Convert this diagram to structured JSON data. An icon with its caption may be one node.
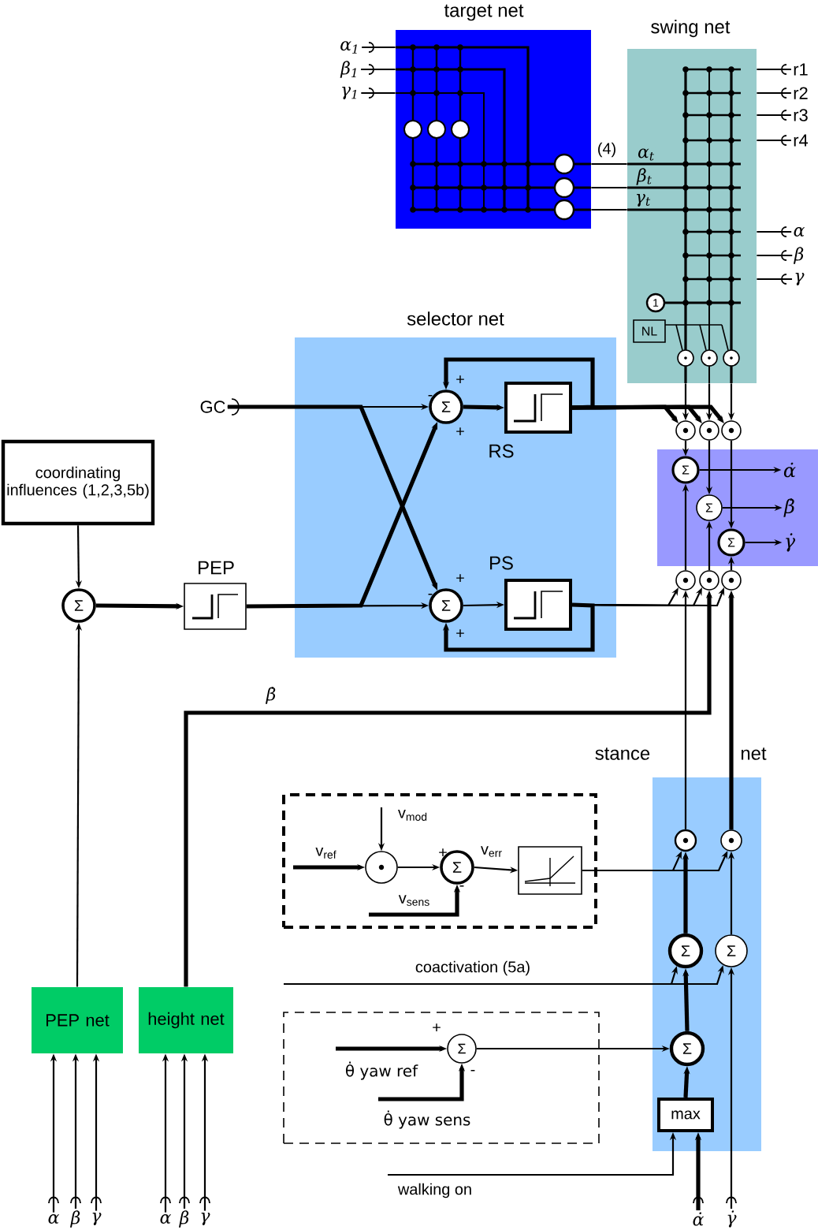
{
  "diagram": {
    "nodes": [
      {
        "text": [
          "target net"
        ]
      },
      {
        "text": [
          "swing net"
        ]
      },
      {
        "text": [
          "NL"
        ],
        "in": 1
      },
      {
        "text": [
          "1"
        ],
        "in": 1
      },
      {
        "text": [
          "selector net"
        ]
      },
      {
        "text": [
          "GC"
        ]
      },
      {
        "text": [
          "Σ"
        ],
        "in": 4
      },
      {
        "text": [
          "RS"
        ],
        "in": 4
      },
      {
        "text": [
          "Σ"
        ],
        "in": 4
      },
      {
        "text": [
          "PS"
        ],
        "in": 4
      },
      {
        "text": [
          "coordinating influences (1,2,3,5b)"
        ]
      },
      {
        "text": [
          "Σ"
        ]
      },
      {
        "text": [
          "PEP"
        ]
      },
      {
        "text": [],
        "shape": "box"
      },
      {
        "text": [
          "Σ"
        ],
        "in": 13
      },
      {
        "text": [
          "Σ"
        ],
        "in": 13
      },
      {
        "text": [
          "Σ"
        ],
        "in": 13
      },
      {
        "text": [
          "α̇"
        ],
        "in": 13
      },
      {
        "text": [
          "β̇"
        ],
        "in": 13
      },
      {
        "text": [
          "γ̇"
        ],
        "in": 13
      },
      {
        "text": [
          "stance",
          "net"
        ]
      },
      {
        "text": [],
        "shape": "circle",
        "in": 20
      },
      {
        "text": [],
        "shape": "circle",
        "in": 20
      },
      {
        "text": [
          "Σ"
        ],
        "in": 20
      },
      {
        "text": [
          "Σ"
        ],
        "in": 20
      },
      {
        "text": [
          "Σ"
        ],
        "in": 20
      },
      {
        "text": [
          "max"
        ],
        "in": 20
      },
      {
        "text": [],
        "shape": "box"
      },
      {
        "text": [],
        "shape": "circle",
        "in": 27
      },
      {
        "text": [
          "Σ"
        ],
        "in": 27
      },
      {
        "text": [],
        "shape": "box",
        "in": 27
      },
      {
        "text": [
          "PEP net"
        ]
      },
      {
        "text": [
          "height net"
        ]
      },
      {
        "text": [],
        "shape": "box"
      },
      {
        "text": [
          "Σ"
        ],
        "in": 33
      },
      {
        "text": [],
        "shape": "circle"
      },
      {
        "text": [],
        "shape": "circle"
      },
      {
        "text": [],
        "shape": "circle"
      },
      {
        "text": [],
        "shape": "circle"
      },
      {
        "text": [],
        "shape": "circle"
      },
      {
        "text": [],
        "shape": "circle"
      },
      {
        "text": [
          "α$_{1}$"
        ]
      },
      {
        "text": [
          "β$_{1}$"
        ]
      },
      {
        "text": [
          "γ$_{1}$"
        ]
      },
      {
        "text": [
          "r1"
        ]
      },
      {
        "text": [
          "r2"
        ]
      },
      {
        "text": [
          "r3"
        ]
      },
      {
        "text": [
          "r4"
        ]
      },
      {
        "text": [
          "α"
        ]
      },
      {
        "text": [
          "β"
        ]
      },
      {
        "text": [
          "γ"
        ]
      },
      {
        "text": [
          "α"
        ]
      },
      {
        "text": [
          "β"
        ]
      },
      {
        "text": [
          "γ"
        ]
      },
      {
        "text": [
          "α"
        ]
      },
      {
        "text": [
          "β"
        ]
      },
      {
        "text": [
          "γ"
        ]
      },
      {
        "text": [
          "α̇"
        ]
      },
      {
        "text": [
          "γ̇"
        ]
      }
    ],
    "edges": [
      {
        "from": 0,
        "to": 1,
        "arrow": "none",
        "label": "α$_{t}$"
      },
      {
        "from": 0,
        "to": 1,
        "arrow": "none",
        "label": "β$_{t}$"
      },
      {
        "from": 0,
        "to": 1,
        "arrow": "none",
        "label": "γ$_{t}$"
      },
      {
        "from": 1,
        "to": 35,
        "arrow": "to"
      },
      {
        "from": 1,
        "to": 36,
        "arrow": "to"
      },
      {
        "from": 1,
        "to": 37,
        "arrow": "to"
      },
      {
        "from": 5,
        "to": 6,
        "arrow": "to"
      },
      {
        "from": 5,
        "to": 8,
        "arrow": "to",
        "style": "thick"
      },
      {
        "from": 12,
        "to": 6,
        "arrow": "to",
        "style": "thick"
      },
      {
        "from": 12,
        "to": 8,
        "arrow": "to"
      },
      {
        "from": 6,
        "to": 7,
        "arrow": "to",
        "style": "thick"
      },
      {
        "from": 8,
        "to": 9,
        "arrow": "to"
      },
      {
        "from": 7,
        "to": 6,
        "arrow": "to",
        "style": "thick"
      },
      {
        "from": 9,
        "to": 8,
        "arrow": "to",
        "style": "thick"
      },
      {
        "from": 7,
        "to": 35,
        "arrow": "to",
        "style": "thick"
      },
      {
        "from": 9,
        "to": 38,
        "arrow": "to"
      },
      {
        "from": 10,
        "to": 11,
        "arrow": "to"
      },
      {
        "from": 11,
        "to": 12,
        "arrow": "to",
        "style": "thick"
      },
      {
        "from": 31,
        "to": 11,
        "arrow": "to"
      },
      {
        "from": 32,
        "to": 39,
        "arrow": "to",
        "label": "β̇",
        "style": "thick"
      },
      {
        "from": 21,
        "to": 38,
        "arrow": "to"
      },
      {
        "from": 22,
        "to": 40,
        "arrow": "to",
        "style": "thick"
      },
      {
        "from": 14,
        "to": 17,
        "arrow": "to"
      },
      {
        "from": 15,
        "to": 18,
        "arrow": "to"
      },
      {
        "from": 16,
        "to": 19,
        "arrow": "to"
      },
      {
        "from": 28,
        "to": 29,
        "arrow": "to"
      },
      {
        "from": 29,
        "to": 30,
        "arrow": "to",
        "label": "v$_{err}$"
      },
      {
        "from": 30,
        "to": 21,
        "arrow": "to"
      },
      {
        "from": 30,
        "to": 22,
        "arrow": "to"
      },
      {
        "from": 23,
        "to": 21,
        "arrow": "to",
        "style": "thick"
      },
      {
        "from": 24,
        "to": 22,
        "arrow": "to"
      },
      {
        "from": 25,
        "to": 23,
        "arrow": "to",
        "style": "thick"
      },
      {
        "from": 26,
        "to": 25,
        "arrow": "to",
        "style": "thick"
      },
      {
        "from": 34,
        "to": 25,
        "arrow": "to"
      },
      {
        "from": null,
        "to": 23,
        "arrow": "to",
        "label": "coactivation (5a)"
      },
      {
        "from": null,
        "to": 24,
        "arrow": "to"
      },
      {
        "from": null,
        "to": 26,
        "arrow": "to",
        "label": "walking on"
      },
      {
        "from": 57,
        "to": 26,
        "arrow": "to",
        "style": "thick"
      },
      {
        "from": 58,
        "to": 24,
        "arrow": "to"
      },
      {
        "from": null,
        "to": 28,
        "arrow": "to",
        "label": "v$_{ref}$",
        "style": "thick"
      },
      {
        "from": null,
        "to": 28,
        "arrow": "to",
        "label": "v$_{mod}$"
      },
      {
        "from": null,
        "to": 29,
        "arrow": "to",
        "label": "v$_{sens}$",
        "style": "thick"
      },
      {
        "from": null,
        "to": 34,
        "arrow": "to",
        "label": "θ̇ yaw ref",
        "style": "thick"
      },
      {
        "from": null,
        "to": 34,
        "arrow": "to",
        "label": "θ̇ yaw sens",
        "style": "thick"
      },
      {
        "from": 51,
        "to": 31,
        "arrow": "to"
      },
      {
        "from": 52,
        "to": 31,
        "arrow": "to"
      },
      {
        "from": 53,
        "to": 31,
        "arrow": "to"
      },
      {
        "from": 54,
        "to": 32,
        "arrow": "to"
      },
      {
        "from": 55,
        "to": 32,
        "arrow": "to"
      },
      {
        "from": 56,
        "to": 32,
        "arrow": "to"
      },
      {
        "from": 41,
        "to": 0,
        "arrow": "none"
      },
      {
        "from": 42,
        "to": 0,
        "arrow": "none"
      },
      {
        "from": 43,
        "to": 0,
        "arrow": "none"
      },
      {
        "from": 44,
        "to": 1,
        "arrow": "none"
      },
      {
        "from": 45,
        "to": 1,
        "arrow": "none"
      },
      {
        "from": 46,
        "to": 1,
        "arrow": "none"
      },
      {
        "from": 47,
        "to": 1,
        "arrow": "none"
      },
      {
        "from": 48,
        "to": 1,
        "arrow": "none"
      },
      {
        "from": 49,
        "to": 1,
        "arrow": "none"
      },
      {
        "from": 50,
        "to": 1,
        "arrow": "none"
      },
      {
        "from": 35,
        "to": 14,
        "arrow": "to"
      },
      {
        "from": 36,
        "to": 15,
        "arrow": "to"
      },
      {
        "from": 37,
        "to": 16,
        "arrow": "to"
      },
      {
        "from": 7,
        "to": 36,
        "arrow": "to",
        "style": "thick"
      },
      {
        "from": 7,
        "to": 37,
        "arrow": "to",
        "style": "thick"
      },
      {
        "from": 9,
        "to": 39,
        "arrow": "to"
      },
      {
        "from": 9,
        "to": 40,
        "arrow": "to"
      },
      {
        "from": 38,
        "to": 14,
        "arrow": "to"
      },
      {
        "from": 39,
        "to": 15,
        "arrow": "to"
      },
      {
        "from": 40,
        "to": 16,
        "arrow": "to"
      }
    ],
    "labels": [
      "(4)",
      "+",
      "-",
      "+",
      "+",
      "-",
      "+",
      "+",
      "-",
      "+",
      "-"
    ]
  }
}
